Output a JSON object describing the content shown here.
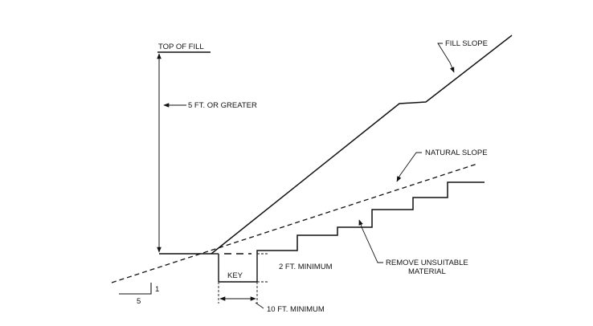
{
  "labels": {
    "top_of_fill": "TOP OF FILL",
    "five_ft": "5 FT. OR GREATER",
    "fill_slope": "FILL SLOPE",
    "natural_slope": "NATURAL SLOPE",
    "two_ft": "2 FT. MINIMUM",
    "remove_line1": "REMOVE UNSUITABLE",
    "remove_line2": "MATERIAL",
    "key": "KEY",
    "ten_ft": "10 FT. MINIMUM",
    "ratio_rise": "1",
    "ratio_run": "5"
  },
  "colors": {
    "ink": "#111111",
    "background": "#ffffff"
  }
}
